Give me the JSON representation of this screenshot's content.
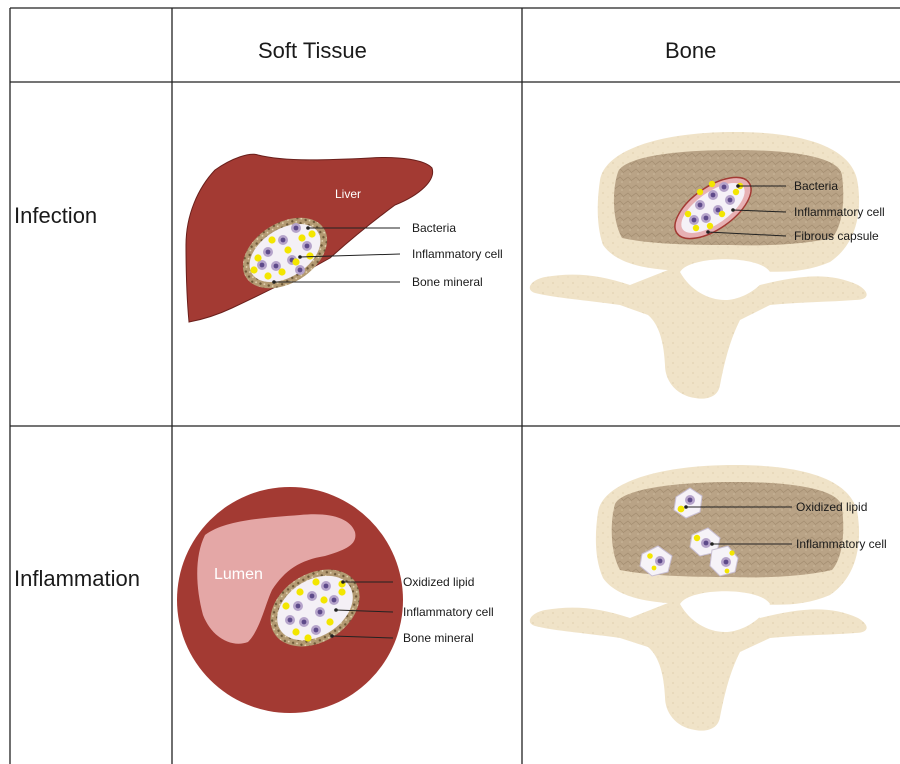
{
  "columns": [
    "Soft Tissue",
    "Bone"
  ],
  "rows": [
    "Infection",
    "Inflammation"
  ],
  "infection_soft": {
    "organ": "Liver",
    "labels": [
      "Bacteria",
      "Inflammatory cell",
      "Bone mineral"
    ]
  },
  "infection_bone": {
    "labels": [
      "Bacteria",
      "Inflammatory cell",
      "Fibrous capsule"
    ]
  },
  "inflammation_soft": {
    "organ": "Lumen",
    "labels": [
      "Oxidized lipid",
      "Inflammatory cell",
      "Bone mineral"
    ]
  },
  "inflammation_bone": {
    "labels": [
      "Oxidized lipid",
      "Inflammatory cell"
    ]
  },
  "colors": {
    "tissue": "#a33a33",
    "lumen": "#e4a7a6",
    "bone_light": "#f0e3c8",
    "bone_dark": "#b8a285",
    "cell": "#b6a4cb",
    "nucleus": "#5e4a8a",
    "lipid": "#f3e600"
  }
}
